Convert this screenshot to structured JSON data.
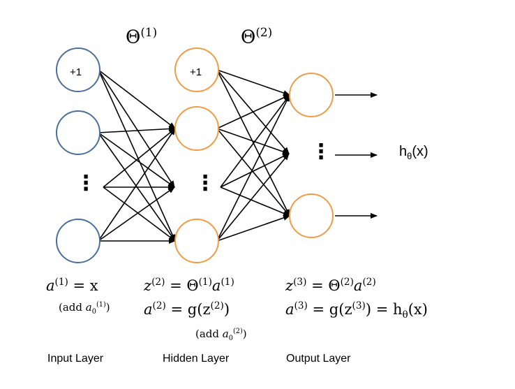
{
  "weights": {
    "theta1": {
      "symbol": "Θ",
      "sup": "(1)"
    },
    "theta2": {
      "symbol": "Θ",
      "sup": "(2)"
    }
  },
  "bias_label": "+1",
  "dots": "⋮",
  "output": {
    "h": "h",
    "sub": "θ",
    "arg": "(x)"
  },
  "input_layer": {
    "eq1": {
      "a": "a",
      "sup": "(1)",
      "rest": " = x"
    },
    "note": {
      "pre": "(add ",
      "a": "a",
      "sub": "0",
      "sup": "(1)",
      "post": ")"
    }
  },
  "hidden_layer": {
    "eq1": {
      "z": "z",
      "sup": "(2)",
      "eq": " = Θ",
      "theta_sup": "(1)",
      "a": "a",
      "a_sup": "(1)"
    },
    "eq2": {
      "a": "a",
      "sup": "(2)",
      "eq": " = g(z",
      "z_sup": "(2)",
      "close": ")"
    },
    "note": {
      "pre": "(add ",
      "a": "a",
      "sub": "0",
      "sup": "(2)",
      "post": ")"
    }
  },
  "output_layer": {
    "eq1": {
      "z": "z",
      "sup": "(3)",
      "eq": " = Θ",
      "theta_sup": "(2)",
      "a": "a",
      "a_sup": "(2)"
    },
    "eq2": {
      "a": "a",
      "sup": "(3)",
      "eq": " = g(z",
      "z_sup": "(3)",
      "close": ") = h",
      "h_sub": "θ",
      "arg": "(x)"
    }
  },
  "layer_names": {
    "input": "Input Layer",
    "hidden": "Hidden Layer",
    "output": "Output Layer"
  },
  "colors": {
    "input_node": "#4a6f9c",
    "hidden_node": "#f29b44",
    "output_node": "#f29b44",
    "edge": "#000000"
  }
}
